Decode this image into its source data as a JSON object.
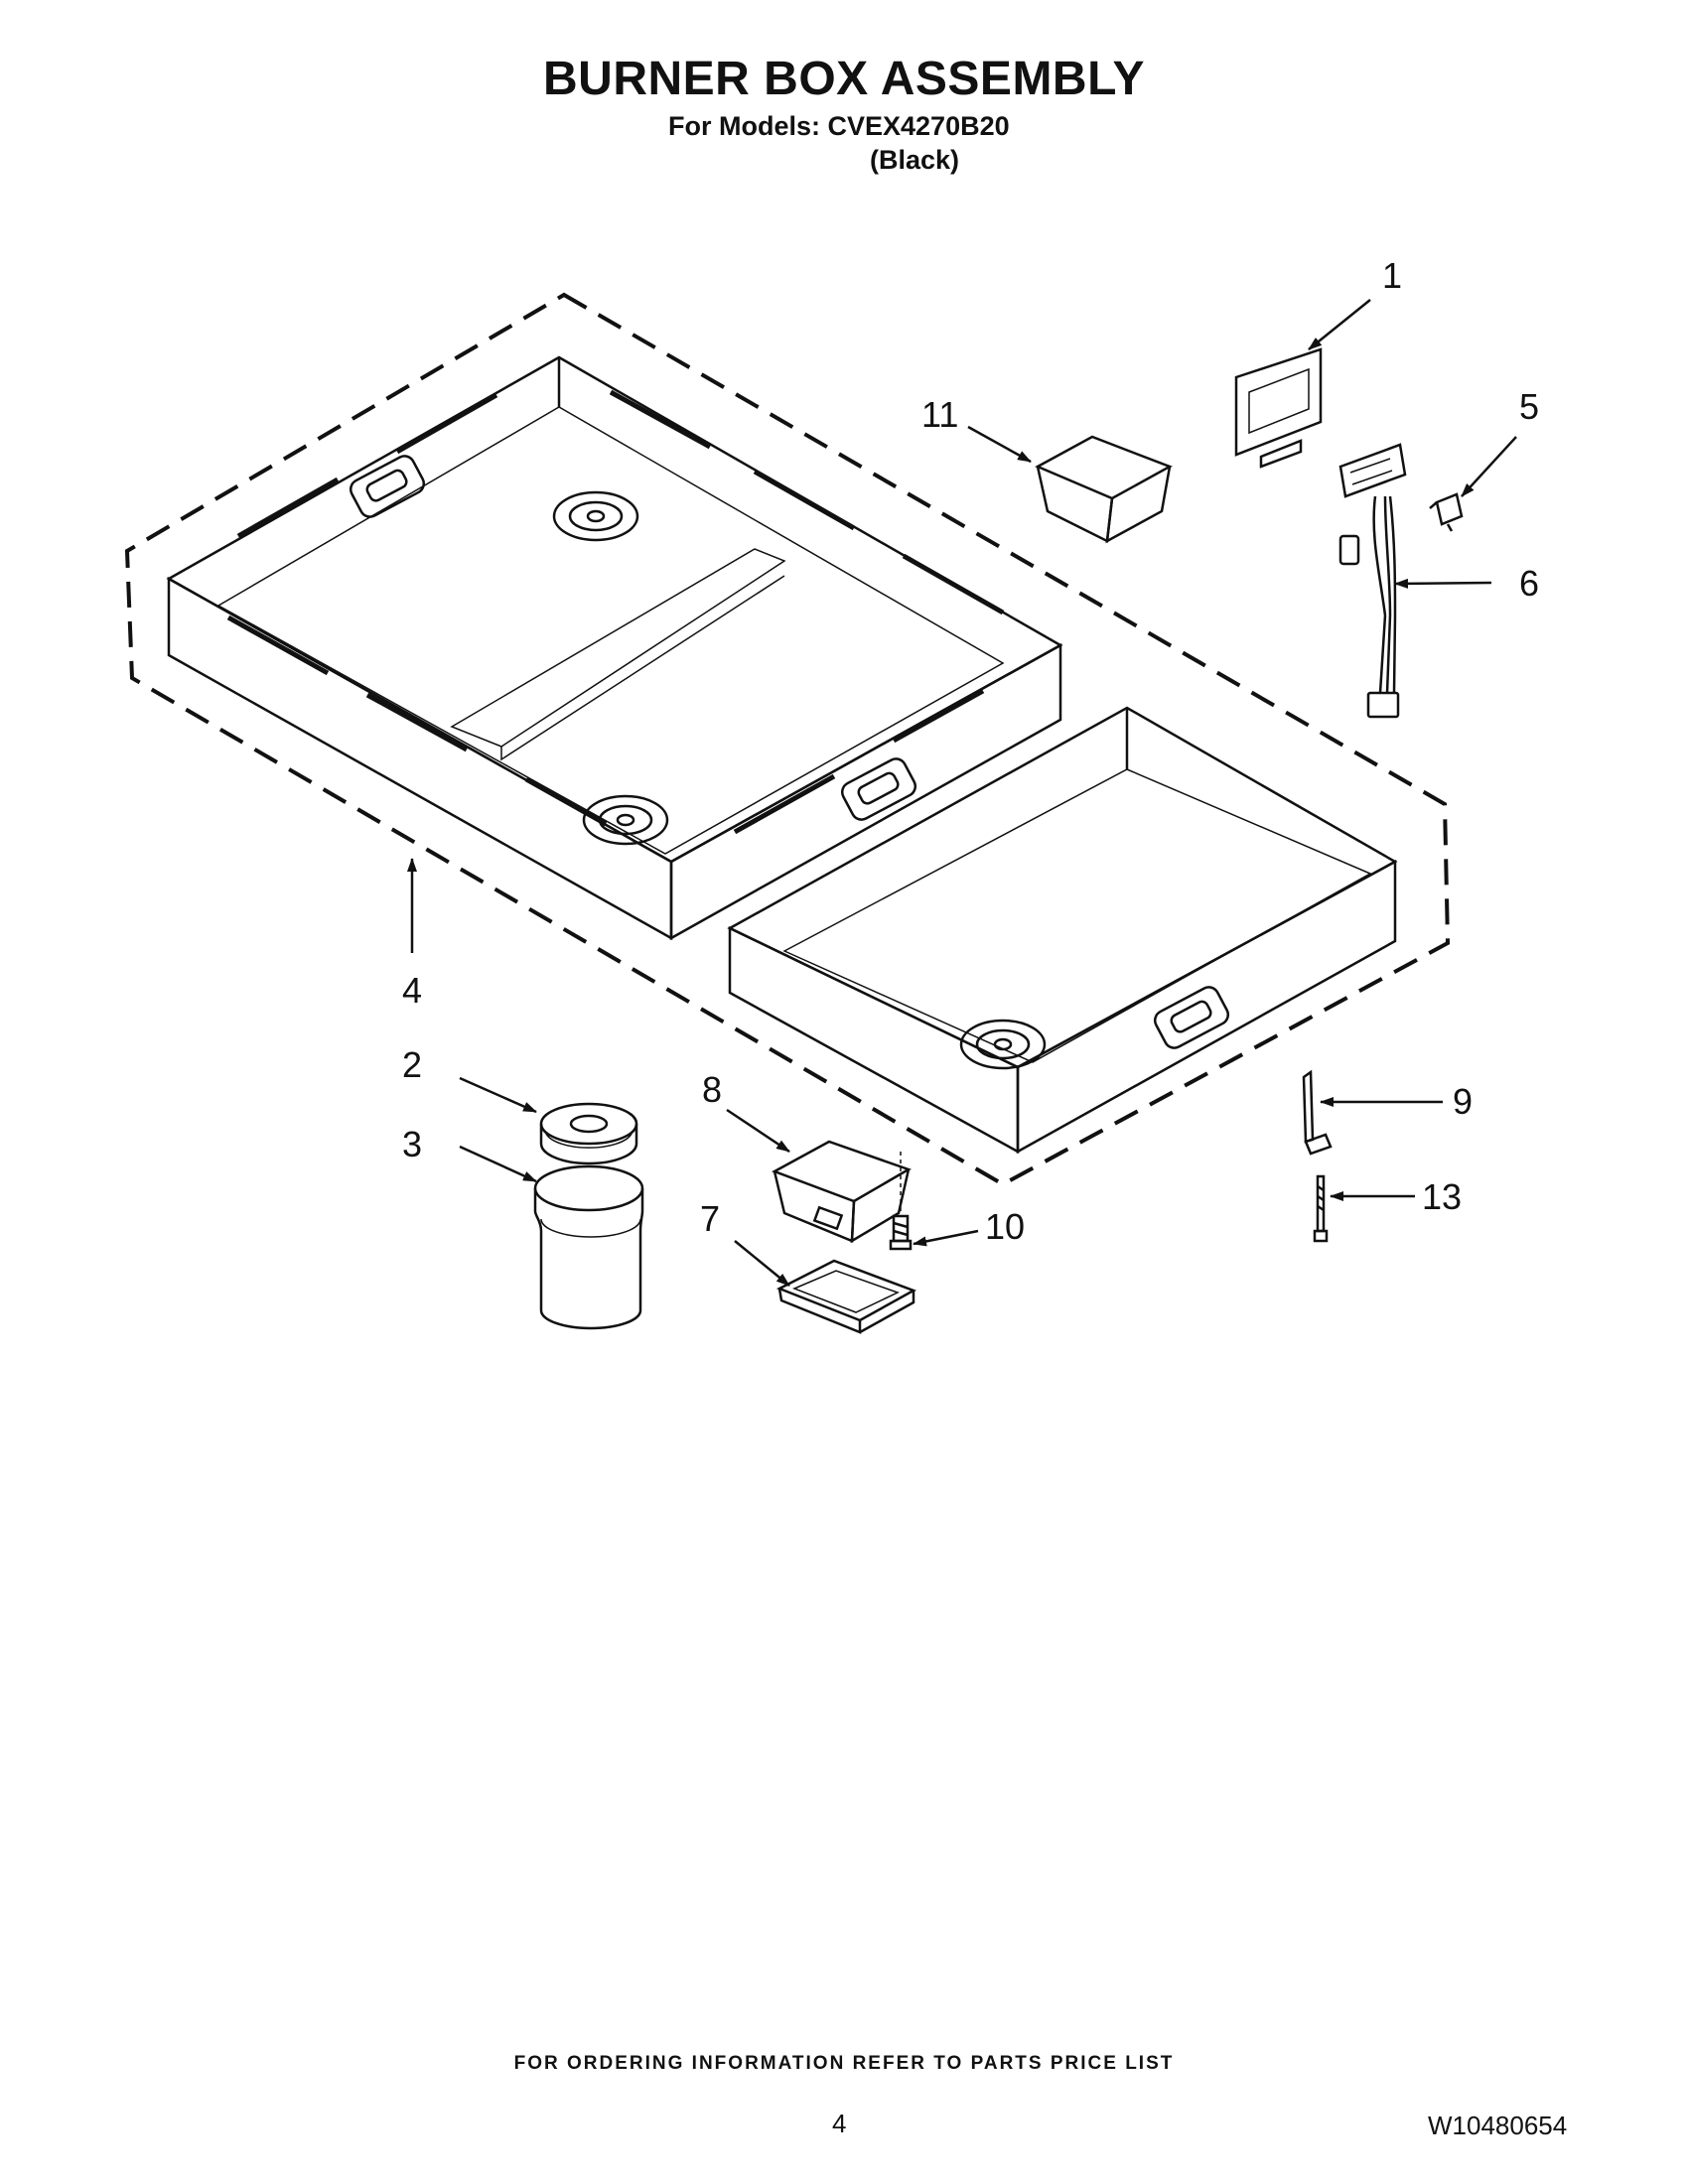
{
  "header": {
    "title": "BURNER BOX ASSEMBLY",
    "models_line": "For Models: CVEX4270B20",
    "variant": "(Black)"
  },
  "diagram": {
    "callouts": [
      {
        "id": "1",
        "label": "1"
      },
      {
        "id": "2",
        "label": "2"
      },
      {
        "id": "3",
        "label": "3"
      },
      {
        "id": "4",
        "label": "4"
      },
      {
        "id": "5",
        "label": "5"
      },
      {
        "id": "6",
        "label": "6"
      },
      {
        "id": "7",
        "label": "7"
      },
      {
        "id": "8",
        "label": "8"
      },
      {
        "id": "9",
        "label": "9"
      },
      {
        "id": "10",
        "label": "10"
      },
      {
        "id": "11",
        "label": "11"
      },
      {
        "id": "13",
        "label": "13"
      }
    ]
  },
  "footer": {
    "ordering_note": "FOR ORDERING INFORMATION REFER TO PARTS PRICE LIST",
    "page_number": "4",
    "document_number": "W10480654"
  }
}
